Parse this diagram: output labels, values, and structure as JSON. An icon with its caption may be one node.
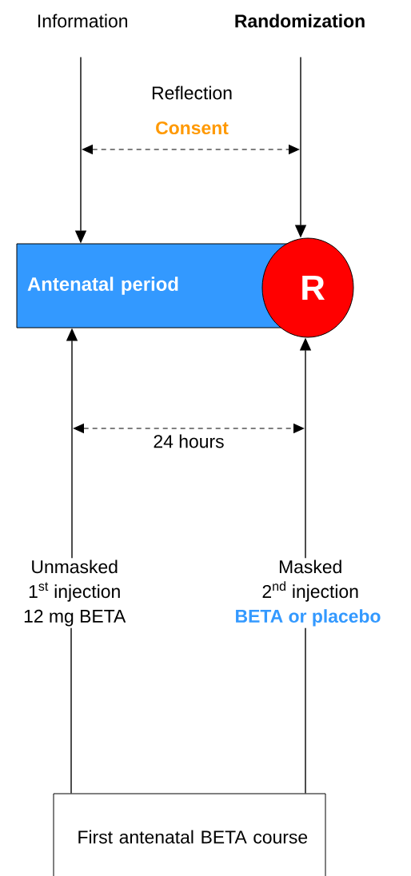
{
  "diagram": {
    "nodes": [
      {
        "text": [
          "Information"
        ]
      },
      {
        "text": [
          "Randomization"
        ]
      },
      {
        "text": [
          "Antenatal period"
        ]
      },
      {
        "text": [
          "R"
        ]
      },
      {
        "text": [
          "Unmasked",
          "1$^{st}$  injection",
          "12 mg BETA"
        ]
      },
      {
        "text": [
          "Masked",
          "2$^{nd}$ injection",
          "BETA or placebo"
        ]
      },
      {
        "text": [
          "First antenatal BETA course"
        ]
      }
    ],
    "edges": [
      {
        "from": 0,
        "to": 2,
        "arrow": "to"
      },
      {
        "from": 1,
        "to": 3,
        "arrow": "to"
      },
      {
        "from": 4,
        "to": 2,
        "arrow": "to"
      },
      {
        "from": 5,
        "to": 3,
        "arrow": "to"
      },
      {
        "from": 6,
        "to": 4,
        "arrow": "none"
      },
      {
        "from": 6,
        "to": 5,
        "arrow": "none"
      }
    ],
    "labels": [
      "Reflection",
      "Consent",
      "24 hours"
    ]
  }
}
